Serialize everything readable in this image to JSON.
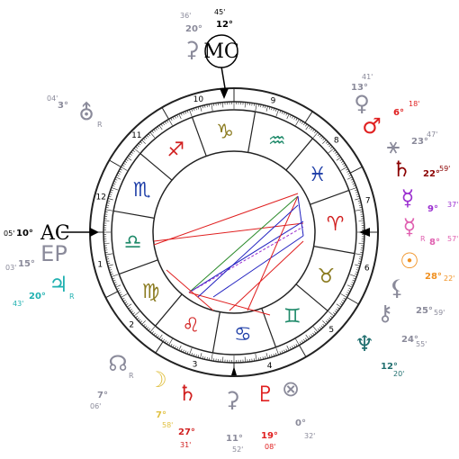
{
  "chart_data": {
    "type": "natal-wheel",
    "angles": [
      {
        "id": "ac",
        "label": "AC",
        "deg": "10°",
        "min": "05'",
        "color": "#000000"
      },
      {
        "id": "mc",
        "label": "MC",
        "deg": "12°",
        "min": "45'",
        "color": "#000000"
      }
    ],
    "signs": [
      {
        "name": "Aries",
        "glyph": "♈",
        "color": "#d11f1f"
      },
      {
        "name": "Taurus",
        "glyph": "♉",
        "color": "#8a7a1e"
      },
      {
        "name": "Gemini",
        "glyph": "♊",
        "color": "#1f8a6a"
      },
      {
        "name": "Cancer",
        "glyph": "♋",
        "color": "#1f3fa8"
      },
      {
        "name": "Leo",
        "glyph": "♌",
        "color": "#d11f1f"
      },
      {
        "name": "Virgo",
        "glyph": "♍",
        "color": "#8a7a1e"
      },
      {
        "name": "Libra",
        "glyph": "♎",
        "color": "#1f8a6a"
      },
      {
        "name": "Scorpio",
        "glyph": "♏",
        "color": "#1f3fa8"
      },
      {
        "name": "Sagittarius",
        "glyph": "♐",
        "color": "#d11f1f"
      },
      {
        "name": "Capricorn",
        "glyph": "♑",
        "color": "#8a7a1e"
      },
      {
        "name": "Aquarius",
        "glyph": "♒",
        "color": "#1f8a6a"
      },
      {
        "name": "Pisces",
        "glyph": "♓",
        "color": "#1f3fa8"
      }
    ],
    "houses": [
      "1",
      "2",
      "3",
      "4",
      "5",
      "6",
      "7",
      "8",
      "9",
      "10",
      "11",
      "12"
    ],
    "points": [
      {
        "id": "mc-point",
        "glyph": "⚳",
        "deg": "20°",
        "min": "36'",
        "color": "#8a8a9a"
      },
      {
        "id": "venus",
        "glyph": "♀",
        "deg": "13°",
        "min": "41'",
        "color": "#8a8a9a"
      },
      {
        "id": "mars",
        "glyph": "♂",
        "deg": "6°",
        "min": "18'",
        "color": "#e02020"
      },
      {
        "id": "vertex",
        "glyph": "⚹",
        "deg": "23°",
        "min": "47'",
        "color": "#8a8a9a"
      },
      {
        "id": "saturn-top",
        "glyph": "♄",
        "deg": "22°",
        "min": "59'",
        "color": "#8b0000"
      },
      {
        "id": "mercury",
        "glyph": "☿",
        "deg": "9°",
        "min": "37'",
        "color": "#9b30d0"
      },
      {
        "id": "mercury-r",
        "glyph": "☿",
        "deg": "8°",
        "min": "57'",
        "color": "#e060b0",
        "retro": "R"
      },
      {
        "id": "sun",
        "glyph": "☉",
        "deg": "28°",
        "min": "22'",
        "color": "#f09020"
      },
      {
        "id": "lilith",
        "glyph": "⚸",
        "deg": "25°",
        "min": "59'",
        "color": "#8a8a9a"
      },
      {
        "id": "chiron",
        "glyph": "⚷",
        "deg": "24°",
        "min": "55'",
        "color": "#8a8a9a"
      },
      {
        "id": "neptune",
        "glyph": "♆",
        "deg": "12°",
        "min": "20'",
        "color": "#1f6e6e"
      },
      {
        "id": "fortune",
        "glyph": "⊗",
        "deg": "0°",
        "min": "32'",
        "color": "#8a8a9a"
      },
      {
        "id": "pluto",
        "glyph": "♇",
        "deg": "19°",
        "min": "08'",
        "color": "#e02020"
      },
      {
        "id": "ceres",
        "glyph": "⚳",
        "deg": "11°",
        "min": "52'",
        "color": "#8a8a9a"
      },
      {
        "id": "saturn",
        "glyph": "♄",
        "deg": "27°",
        "min": "31'",
        "color": "#d11f1f"
      },
      {
        "id": "moon",
        "glyph": "☽",
        "deg": "7°",
        "min": "58'",
        "color": "#e0c040"
      },
      {
        "id": "node",
        "glyph": "☊",
        "deg": "7°",
        "min": "06'",
        "color": "#8a8a9a",
        "retro": "R"
      },
      {
        "id": "jupiter",
        "glyph": "♃",
        "deg": "20°",
        "min": "43'",
        "color": "#1fb0b0",
        "retro": "R"
      },
      {
        "id": "ep",
        "glyph": "EP",
        "deg": "15°",
        "min": "03'",
        "color": "#8a8a9a"
      },
      {
        "id": "uranus",
        "glyph": "⛢",
        "deg": "3°",
        "min": "04'",
        "color": "#8a8a9a",
        "retro": "R"
      }
    ]
  }
}
